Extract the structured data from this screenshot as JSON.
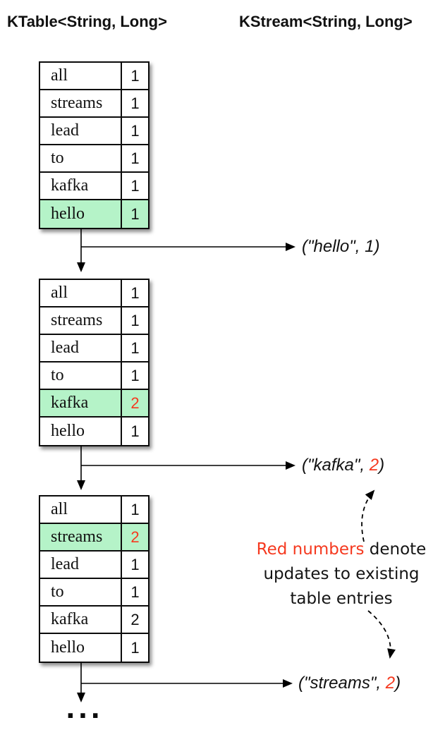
{
  "colors": {
    "highlight": "#b5f3c8",
    "red": "#f5391f"
  },
  "headers": {
    "ktable": "KTable<String, Long>",
    "kstream": "KStream<String, Long>"
  },
  "tables": [
    {
      "rows": [
        {
          "key": "all",
          "value": "1"
        },
        {
          "key": "streams",
          "value": "1"
        },
        {
          "key": "lead",
          "value": "1"
        },
        {
          "key": "to",
          "value": "1"
        },
        {
          "key": "kafka",
          "value": "1"
        },
        {
          "key": "hello",
          "value": "1",
          "highlight": true
        }
      ]
    },
    {
      "rows": [
        {
          "key": "all",
          "value": "1"
        },
        {
          "key": "streams",
          "value": "1"
        },
        {
          "key": "lead",
          "value": "1"
        },
        {
          "key": "to",
          "value": "1"
        },
        {
          "key": "kafka",
          "value": "2",
          "highlight": true,
          "red": true
        },
        {
          "key": "hello",
          "value": "1"
        }
      ]
    },
    {
      "rows": [
        {
          "key": "all",
          "value": "1"
        },
        {
          "key": "streams",
          "value": "2",
          "highlight": true,
          "red": true
        },
        {
          "key": "lead",
          "value": "1"
        },
        {
          "key": "to",
          "value": "1"
        },
        {
          "key": "kafka",
          "value": "2"
        },
        {
          "key": "hello",
          "value": "1"
        }
      ]
    }
  ],
  "outputs": [
    {
      "prefix": "(\"hello\", ",
      "value": "1",
      "suffix": ")",
      "red": false
    },
    {
      "prefix": "(\"kafka\", ",
      "value": "2",
      "suffix": ")",
      "red": true
    },
    {
      "prefix": "(\"streams\", ",
      "value": "2",
      "suffix": ")",
      "red": true
    }
  ],
  "annotation": {
    "line1_red": "Red numbers",
    "line1_rest": " denote",
    "line2": "updates to existing",
    "line3": "table entries"
  },
  "ellipsis": "..."
}
